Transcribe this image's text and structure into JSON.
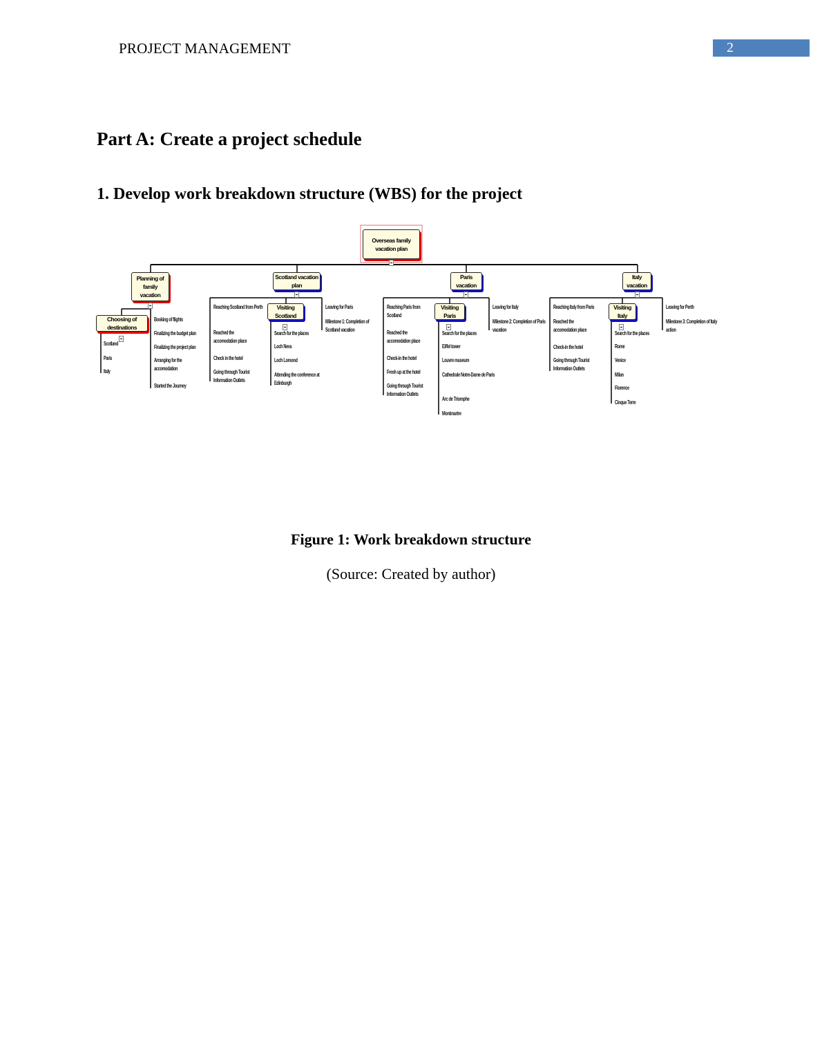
{
  "header": {
    "title": "PROJECT MANAGEMENT",
    "page_number": "2",
    "accent_color": "#4f81bd"
  },
  "headings": {
    "part": "Part A: Create a project schedule",
    "section": "1. Develop work breakdown structure (WBS) for the project"
  },
  "figure": {
    "caption": "Figure 1: Work breakdown structure",
    "source": "(Source: Created by author)"
  },
  "wbs": {
    "root": "Overseas family vacation plan",
    "planning": {
      "title": "Planning of family vacation",
      "choosing": {
        "title": "Choosing of destinations",
        "items": [
          "Scotland",
          "Paris",
          "Italy"
        ]
      },
      "items": [
        "Booking of flights",
        "Finalizing the budget plan",
        "Finalizing the project plan",
        "Arranging for the accomodation",
        "Started the Journey"
      ]
    },
    "scotland": {
      "title": "Scotland vacation plan",
      "left": [
        "Reaching  Scotland from Perth",
        "Reached the accomodation place",
        "Check in the hotel",
        "Going through Tourist Information Outlets"
      ],
      "visiting": {
        "title": "Visiting Scotland",
        "items": [
          "Search for the places",
          "Loch Ness",
          "Loch Lomond",
          "Attending the conference at Edinburgh"
        ]
      },
      "right": [
        "Leaving for Paris",
        "Milestone 1: Completion of Scotland vacation"
      ]
    },
    "paris": {
      "title": "Paris vacation",
      "left": [
        "Reaching Paris from Scotland",
        "Reached the accomodation place",
        "Check-in the hotel",
        "Fresh up at the hotel",
        "Going through Tourist Information Outlets"
      ],
      "visiting": {
        "title": "Visiting Paris",
        "items": [
          "Search for the places",
          "Eiffel tower",
          "Louvre museum",
          "Cathedrale Notre-Dame de Paris",
          "Arc de Triomphe",
          "Montmartre"
        ]
      },
      "right": [
        "Leaving for Italy",
        "Milestone 2: Completion of Paris vacation"
      ]
    },
    "italy": {
      "title": "Italy vacation",
      "left": [
        "Reaching Italy from Paris",
        "Reached the accomodation place",
        "Check-in the hotel",
        "Going through Tourist Information Outlets"
      ],
      "visiting": {
        "title": "Visiting Italy",
        "items": [
          "Search for the places",
          "Rome",
          "Venice",
          "Milan",
          "Florence",
          "Cinque Terre"
        ]
      },
      "right": [
        "Leaving for Perth",
        "Milestone 3: Completion of Italy action"
      ]
    }
  }
}
